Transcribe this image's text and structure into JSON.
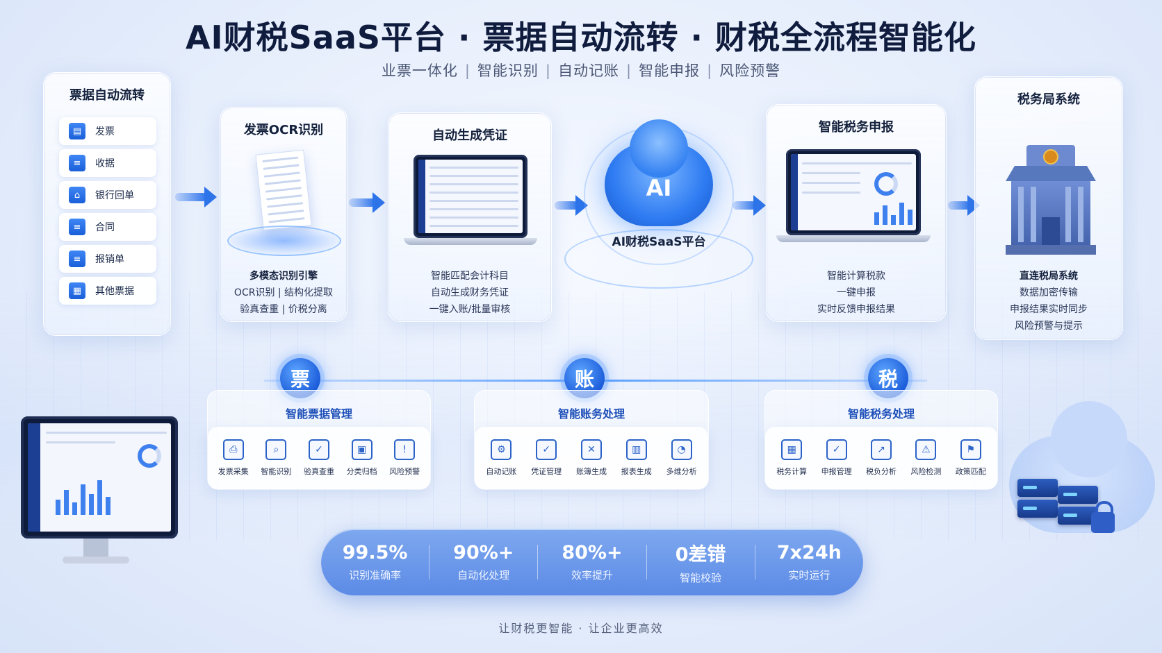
{
  "header": {
    "title": "AI财税SaaS平台 · 票据自动流转 · 财税全流程智能化",
    "tags": [
      "业票一体化",
      "智能识别",
      "自动记账",
      "智能申报",
      "风险预警"
    ]
  },
  "bills": {
    "title": "票据自动流转",
    "items": [
      "发票",
      "收据",
      "银行回单",
      "合同",
      "报销单",
      "其他票据"
    ]
  },
  "ocr": {
    "title": "发票OCR识别",
    "lead": "多模态识别引擎",
    "lines": [
      "OCR识别 | 结构化提取",
      "验真查重 | 价税分离"
    ]
  },
  "voucher": {
    "title": "自动生成凭证",
    "lines": [
      "智能匹配会计科目",
      "自动生成财务凭证",
      "一键入账/批量审核"
    ]
  },
  "hub": {
    "icon_text": "AI",
    "label": "AI财税SaaS平台"
  },
  "tax": {
    "title": "智能税务申报",
    "lines": [
      "智能计算税款",
      "一键申报",
      "实时反馈申报结果"
    ]
  },
  "bureau": {
    "title": "税务局系统",
    "lead": "直连税局系统",
    "lines": [
      "数据加密传输",
      "申报结果实时同步",
      "风险预警与提示"
    ]
  },
  "modules": [
    {
      "badge": "票",
      "title": "智能票据管理",
      "features": [
        "发票采集",
        "智能识别",
        "验真查重",
        "分类归档",
        "风险预警"
      ]
    },
    {
      "badge": "账",
      "title": "智能账务处理",
      "features": [
        "自动记账",
        "凭证管理",
        "账簿生成",
        "报表生成",
        "多维分析"
      ]
    },
    {
      "badge": "税",
      "title": "智能税务处理",
      "features": [
        "税务计算",
        "申报管理",
        "税负分析",
        "风险检测",
        "政策匹配"
      ]
    }
  ],
  "stats": [
    {
      "value": "99.5%",
      "label": "识别准确率"
    },
    {
      "value": "90%+",
      "label": "自动化处理"
    },
    {
      "value": "80%+",
      "label": "效率提升"
    },
    {
      "value": "0差错",
      "label": "智能校验"
    },
    {
      "value": "7x24h",
      "label": "实时运行"
    }
  ],
  "slogan": "让财税更智能 · 让企业更高效",
  "colors": {
    "accent": "#2d74ea",
    "title": "#101c3d",
    "module_title": "#1d4fb8"
  }
}
